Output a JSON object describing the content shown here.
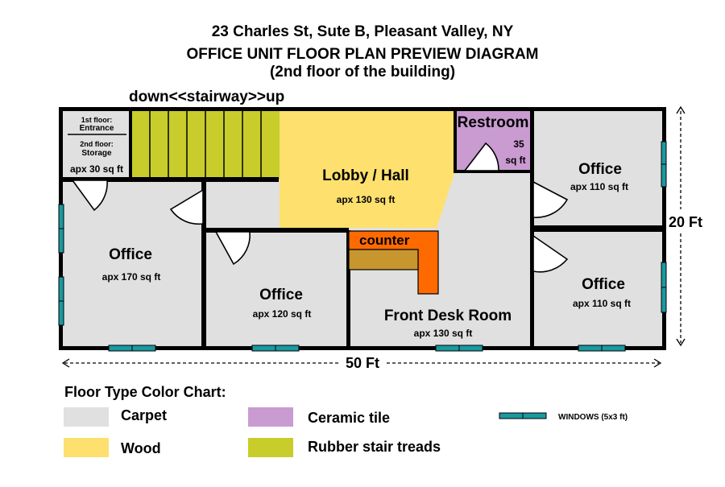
{
  "titles": {
    "address": "23 Charles St, Sute B, Pleasant Valley, NY",
    "line2": "OFFICE UNIT FLOOR PLAN PREVIEW DIAGRAM",
    "line3": "(2nd floor of the building)"
  },
  "stairway_label": "down<<stairway>>up",
  "rooms": {
    "entrance": {
      "floor1": "1st floor:",
      "floor1_use": "Entrance",
      "floor2": "2nd floor:",
      "floor2_use": "Storage",
      "area": "apx 30 sq ft"
    },
    "lobby": {
      "name": "Lobby / Hall",
      "area": "apx 130 sq ft"
    },
    "restroom": {
      "name": "Restroom",
      "area_num": "35",
      "area_unit": "sq ft"
    },
    "office_top_right": {
      "name": "Office",
      "area": "apx 110 sq ft"
    },
    "office_left": {
      "name": "Office",
      "area": "apx 170 sq ft"
    },
    "office_middle": {
      "name": "Office",
      "area": "apx 120 sq ft"
    },
    "front_desk": {
      "name": "Front Desk Room",
      "area": "apx 130 sq ft"
    },
    "office_bottom_right": {
      "name": "Office",
      "area": "apx 110 sq ft"
    },
    "counter": {
      "name": "counter"
    }
  },
  "dimensions": {
    "width": "50 Ft",
    "height": "20 Ft"
  },
  "legend": {
    "title": "Floor Type Color Chart:",
    "items": [
      {
        "label": "Carpet",
        "color": "#e0e0e0"
      },
      {
        "label": "Wood",
        "color": "#fde06e"
      },
      {
        "label": "Ceramic tile",
        "color": "#c99bd1"
      },
      {
        "label": "Rubber stair treads",
        "color": "#c8cd2c"
      }
    ],
    "window_label": "WINDOWS (5x3 ft)"
  },
  "colors": {
    "carpet": "#e0e0e0",
    "wood": "#fde06e",
    "tile": "#c99bd1",
    "stair": "#c8cd2c",
    "counter": "#ff6a00",
    "counter_top": "#c8962e",
    "window": "#1a99a0"
  }
}
